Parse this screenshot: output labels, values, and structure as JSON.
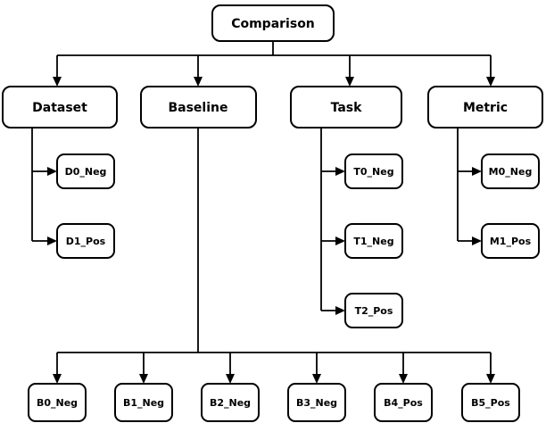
{
  "diagram": {
    "title": "Comparison",
    "type": "tree-flowchart",
    "orientation": "top-down",
    "colors": {
      "background": "#ffffff",
      "node_fill": "#ffffff",
      "node_stroke": "#000000",
      "edge_stroke": "#000000",
      "text": "#000000"
    },
    "root": {
      "id": "comparison",
      "label": "Comparison"
    },
    "categories": [
      {
        "id": "dataset",
        "label": "Dataset"
      },
      {
        "id": "baseline",
        "label": "Baseline"
      },
      {
        "id": "task",
        "label": "Task"
      },
      {
        "id": "metric",
        "label": "Metric"
      }
    ],
    "leaves": {
      "dataset": [
        {
          "id": "d0",
          "label": "D0_Neg"
        },
        {
          "id": "d1",
          "label": "D1_Pos"
        }
      ],
      "task": [
        {
          "id": "t0",
          "label": "T0_Neg"
        },
        {
          "id": "t1",
          "label": "T1_Neg"
        },
        {
          "id": "t2",
          "label": "T2_Pos"
        }
      ],
      "metric": [
        {
          "id": "m0",
          "label": "M0_Neg"
        },
        {
          "id": "m1",
          "label": "M1_Pos"
        }
      ],
      "baseline": [
        {
          "id": "b0",
          "label": "B0_Neg"
        },
        {
          "id": "b1",
          "label": "B1_Neg"
        },
        {
          "id": "b2",
          "label": "B2_Neg"
        },
        {
          "id": "b3",
          "label": "B3_Neg"
        },
        {
          "id": "b4",
          "label": "B4_Pos"
        },
        {
          "id": "b5",
          "label": "B5_Pos"
        }
      ]
    }
  }
}
